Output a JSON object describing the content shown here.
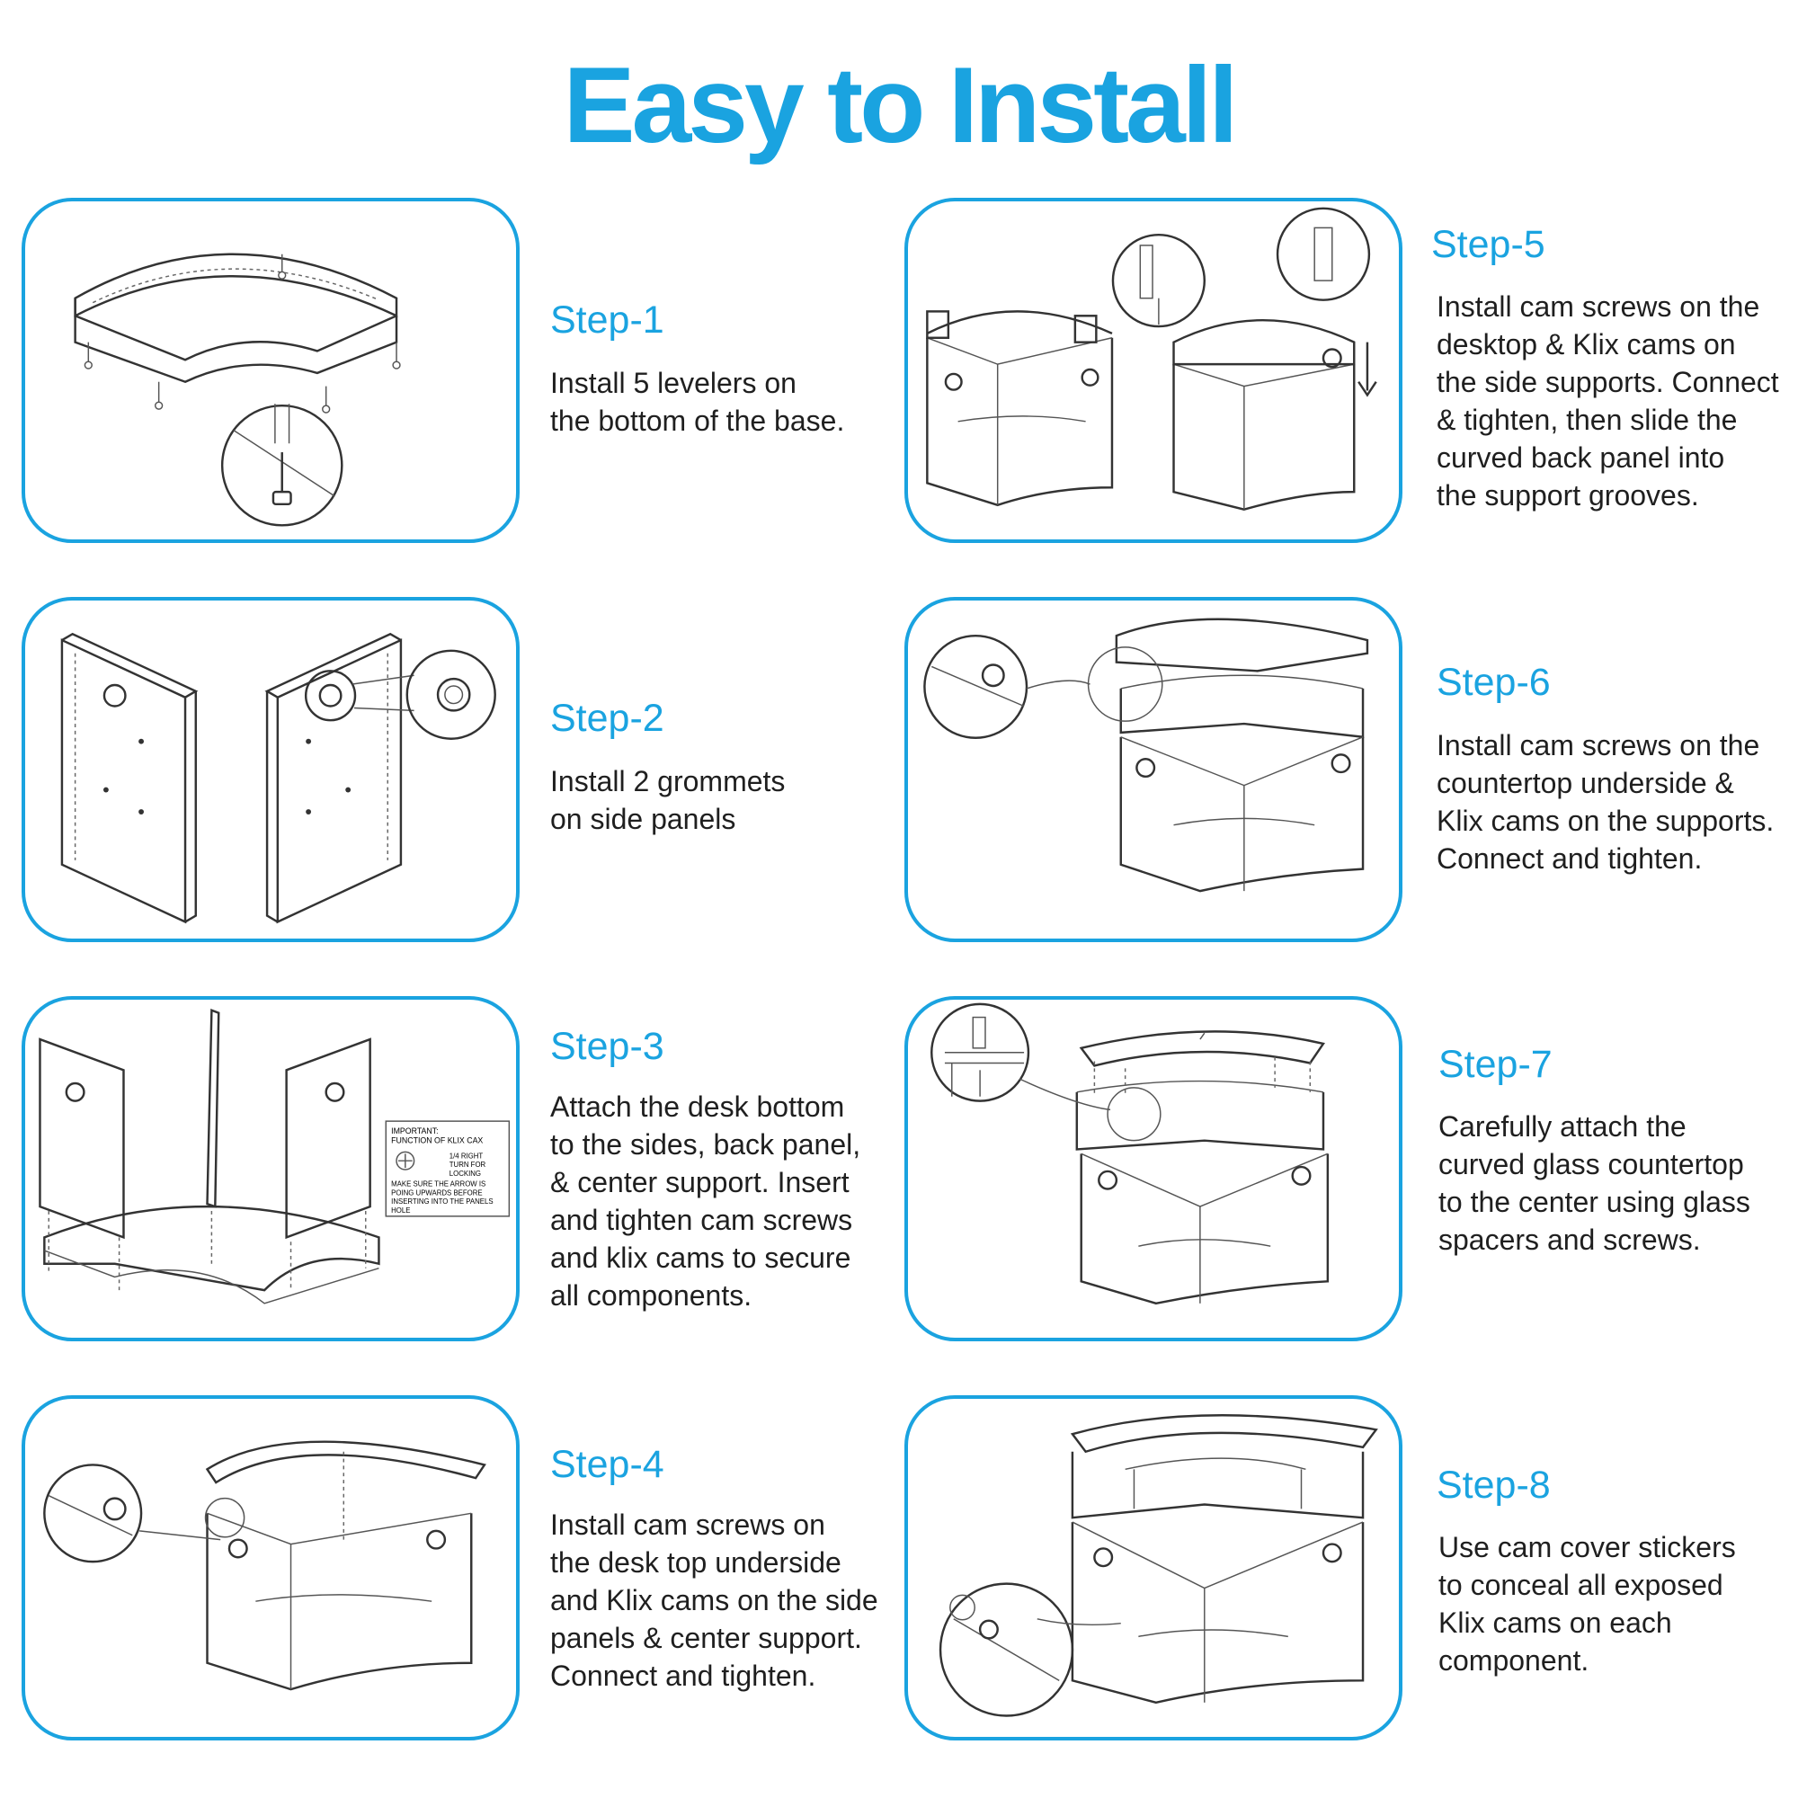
{
  "page": {
    "title": "Easy to Install",
    "accent": "#1aa3e0"
  },
  "steps": [
    {
      "title": "Step-1",
      "text": "Install  5 levelers on\nthe bottom of the base."
    },
    {
      "title": "Step-2",
      "text": "Install 2 grommets\non side panels"
    },
    {
      "title": "Step-3",
      "text": "Attach the desk bottom\nto the sides, back panel,\n& center support. Insert\nand tighten cam screws\nand klix cams to secure\nall components."
    },
    {
      "title": "Step-4",
      "text": "Install cam screws on\nthe desk top underside\nand Klix cams on the side\npanels & center support.\nConnect and tighten."
    },
    {
      "title": "Step-5",
      "text": "Install cam screws on the\ndesktop & Klix cams on\nthe side supports. Connect\n& tighten, then slide the\ncurved back panel into\nthe support grooves."
    },
    {
      "title": "Step-6",
      "text": "Install cam screws on the\ncountertop underside &\nKlix cams on the supports.\nConnect and tighten."
    },
    {
      "title": "Step-7",
      "text": "Carefully attach the\ncurved glass countertop\nto the center using glass\nspacers and screws."
    },
    {
      "title": "Step-8",
      "text": "Use cam cover stickers\nto conceal all exposed\nKlix cams on each\ncomponent."
    }
  ],
  "step3_notice": {
    "line1": "IMPORTANT:",
    "line2": "FUNCTION OF KLIX CAX",
    "line3": "1/4 RIGHT",
    "line4": "TURN FOR",
    "line5": "LOCKING",
    "line6": "MAKE SURE THE ARROW IS",
    "line7": "POING UPWARDS BEFORE",
    "line8": "INSERTING INTO THE PANELS",
    "line9": "HOLE"
  }
}
